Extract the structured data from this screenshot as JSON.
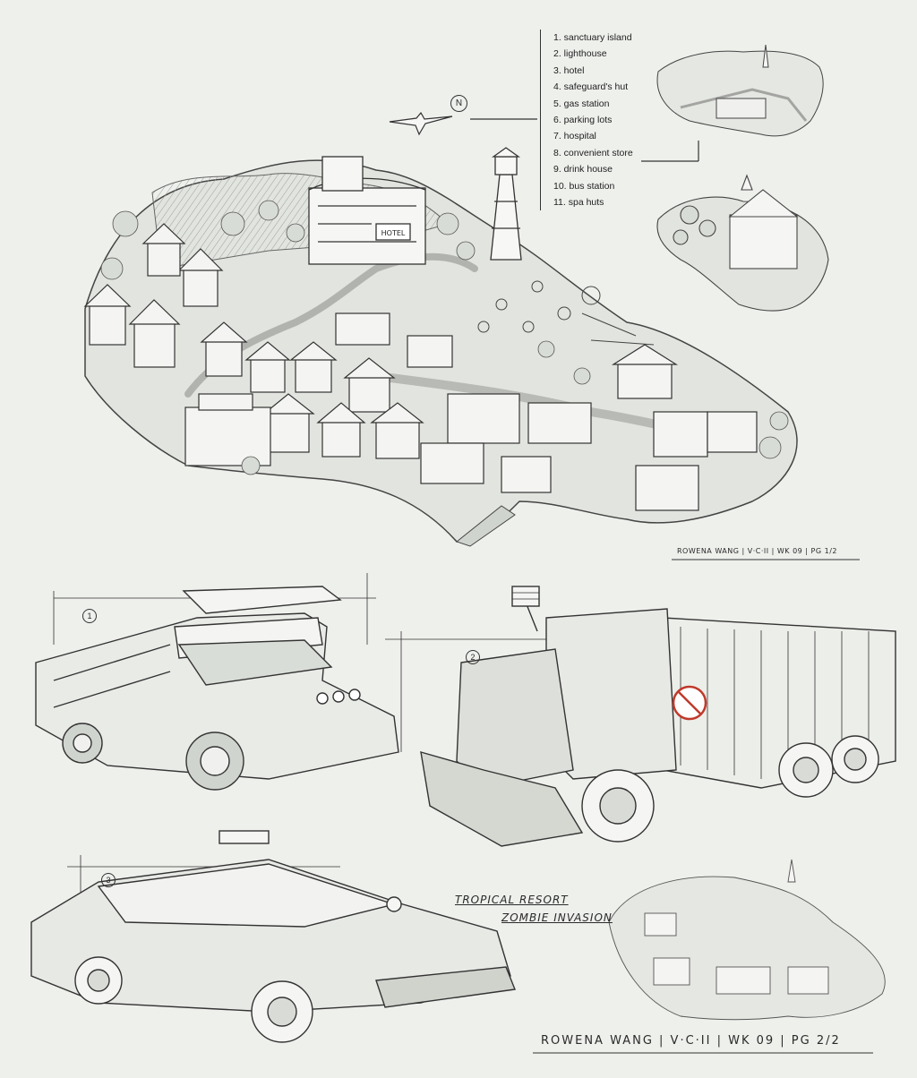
{
  "legend": {
    "items": [
      "1.  sanctuary island",
      "2.  lighthouse",
      "3.  hotel",
      "4.  safeguard's hut",
      "5. gas station",
      "6. parking lots",
      "7. hospital",
      "8. convenient store",
      "9. drink house",
      "10. bus station",
      "11. spa huts"
    ]
  },
  "compass": {
    "north_label": "N",
    "icon": "compass-rose-icon"
  },
  "map": {
    "hotel_sign": "HOTEL"
  },
  "signature_top": "ROWENA WANG | V·C·II | WK 09 | PG 1/2",
  "signature_bottom": "ROWENA WANG | V·C·II | WK 09 | PG 2/2",
  "title": {
    "line1": "TROPICAL RESORT",
    "line2": "ZOMBIE INVASION"
  },
  "vehicles": [
    {
      "number": "1"
    },
    {
      "number": "2"
    },
    {
      "number": "3"
    }
  ],
  "colors": {
    "background": "#eef0ec",
    "ink": "#2a2a2a",
    "accent_red": "#c0392b"
  }
}
